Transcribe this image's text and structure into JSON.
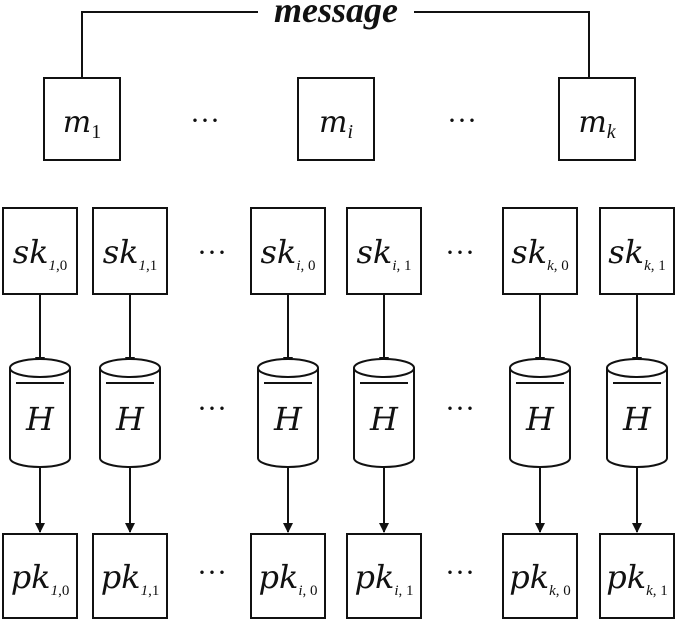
{
  "title": "message",
  "message_blocks": [
    {
      "base": "m",
      "sub": "1"
    },
    {
      "base": "m",
      "sub": "i"
    },
    {
      "base": "m",
      "sub": "k"
    }
  ],
  "ellipsis": "···",
  "hash_label": "H",
  "secret_keys": [
    {
      "base": "sk",
      "sub_a": "1",
      "sep": ",",
      "sub_b": "0"
    },
    {
      "base": "sk",
      "sub_a": "1",
      "sep": ",",
      "sub_b": "1"
    },
    {
      "base": "sk",
      "sub_a": "i",
      "sep": ", ",
      "sub_b": "0"
    },
    {
      "base": "sk",
      "sub_a": "i",
      "sep": ", ",
      "sub_b": "1"
    },
    {
      "base": "sk",
      "sub_a": "k",
      "sep": ", ",
      "sub_b": "0"
    },
    {
      "base": "sk",
      "sub_a": "k",
      "sep": ", ",
      "sub_b": "1"
    }
  ],
  "public_keys": [
    {
      "base": "pk",
      "sub_a": "1",
      "sep": ",",
      "sub_b": "0"
    },
    {
      "base": "pk",
      "sub_a": "1",
      "sep": ",",
      "sub_b": "1"
    },
    {
      "base": "pk",
      "sub_a": "i",
      "sep": ", ",
      "sub_b": "0"
    },
    {
      "base": "pk",
      "sub_a": "i",
      "sep": ", ",
      "sub_b": "1"
    },
    {
      "base": "pk",
      "sub_a": "k",
      "sep": ", ",
      "sub_b": "0"
    },
    {
      "base": "pk",
      "sub_a": "k",
      "sep": ", ",
      "sub_b": "1"
    }
  ]
}
